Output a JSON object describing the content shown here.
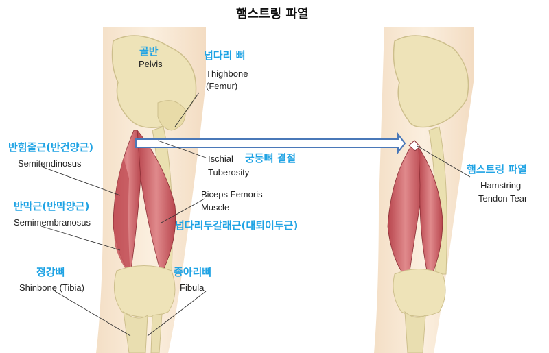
{
  "title": "햄스트링 파열",
  "labels": {
    "pelvis_ko": "골반",
    "pelvis_en": "Pelvis",
    "femur_ko": "넙다리 뼈",
    "femur_en1": "Thighbone",
    "femur_en2": "(Femur)",
    "semiten_ko": "반힘줄근(반건양근)",
    "semiten_en": "Semitendinosus",
    "ischial_en1": "Ischial",
    "ischial_en2": "Tuberosity",
    "ischial_ko": "궁둥뼈 결절",
    "biceps_en1": "Biceps Femoris",
    "biceps_en2": "Muscle",
    "biceps_ko": "넙다리두갈래근(대퇴이두근)",
    "semimem_ko": "반막근(반막양근)",
    "semimem_en": "Semimembranosus",
    "tibia_ko": "정강뼈",
    "tibia_en": "Shinbone (Tibia)",
    "fibula_ko": "종아리뼈",
    "fibula_en": "Fibula",
    "tear_ko": "햄스트링 파열",
    "tear_en1": "Hamstring",
    "tear_en2": "Tendon Tear"
  },
  "colors": {
    "korean_label": "#1fa3e4",
    "english_label": "#222222",
    "arrow": "#4a78b8",
    "skin": "#f7e6cf",
    "bone": "#ece2b6",
    "muscle": "#c85a5f"
  }
}
